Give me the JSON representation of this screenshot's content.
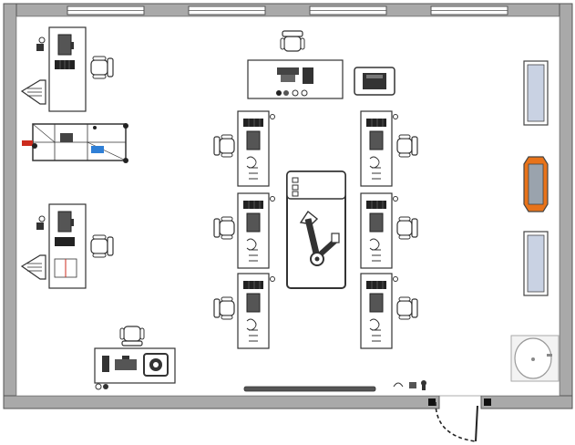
{
  "diagram": {
    "kind": "floor-plan",
    "walls": {
      "color": "#a9a9a9",
      "outline": "#555555"
    },
    "windows": {
      "count": 4,
      "wall": "top",
      "frame_color": "#555555"
    },
    "door": {
      "swing": "dashed",
      "color": "#222222"
    },
    "zones": [
      {
        "name": "left-wall-stations",
        "items": [
          "desk",
          "desk",
          "3d-printer-rig"
        ]
      },
      {
        "name": "front-teacher-desk",
        "items": [
          "desk",
          "chair",
          "printer"
        ]
      },
      {
        "name": "student-desks-left-column",
        "count": 3
      },
      {
        "name": "student-desks-right-column",
        "count": 3
      },
      {
        "name": "robot-arm-table",
        "items": [
          "robot-arm"
        ]
      },
      {
        "name": "right-wall-cabinets",
        "items": [
          "cabinet",
          "cabinet-orange",
          "cabinet"
        ]
      },
      {
        "name": "sink",
        "items": [
          "sink"
        ]
      },
      {
        "name": "front-bottom-desk",
        "items": [
          "desk",
          "chair",
          "printer"
        ]
      },
      {
        "name": "whiteboard",
        "items": [
          "whiteboard"
        ]
      }
    ],
    "colors": {
      "accent_orange": "#e8731a",
      "cabinet_blue_gray": "#c9d2e3",
      "furniture_stroke": "#333333",
      "equipment_dark": "#2b2b2b",
      "rig_red": "#cc2b1d",
      "rig_blue": "#2f7fd6"
    },
    "icons": [
      "chair-icon",
      "monitor-icon",
      "computer-tower-icon",
      "keyboard-icon",
      "soldering-station-icon",
      "printer-icon",
      "robot-arm-icon",
      "3d-printer-icon",
      "sink-icon",
      "door-icon",
      "cabinet-icon",
      "window-icon"
    ]
  }
}
